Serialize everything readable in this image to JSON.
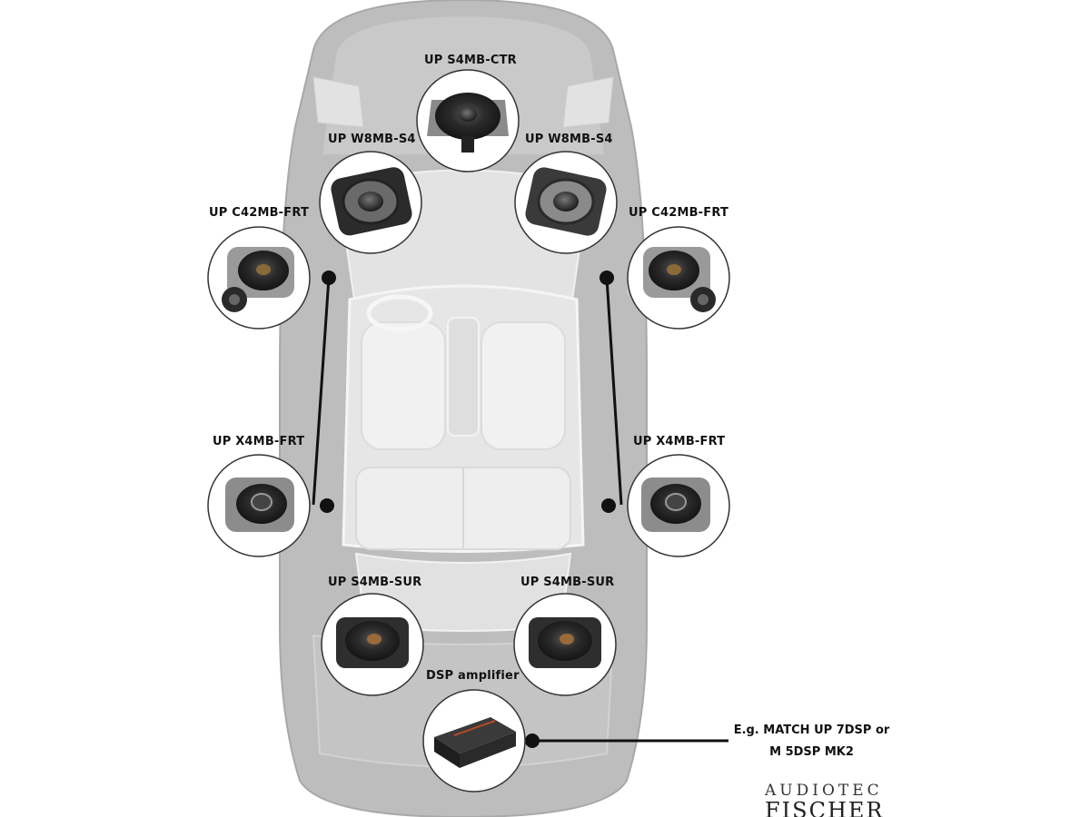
{
  "components": {
    "center_speaker": "UP S4MB-CTR",
    "woofer_left": "UP W8MB-S4",
    "woofer_right": "UP W8MB-S4",
    "front_door_left": "UP C42MB-FRT",
    "front_door_right": "UP C42MB-FRT",
    "front_coax_left": "UP X4MB-FRT",
    "front_coax_right": "UP X4MB-FRT",
    "surround_left": "UP S4MB-SUR",
    "surround_right": "UP S4MB-SUR",
    "amplifier": "DSP amplifier"
  },
  "amplifier_note": {
    "line1": "E.g. MATCH UP 7DSP or",
    "line2": "M 5DSP MK2"
  },
  "brand": {
    "top": "AUDIOTEC",
    "bottom": "FISCHER"
  }
}
